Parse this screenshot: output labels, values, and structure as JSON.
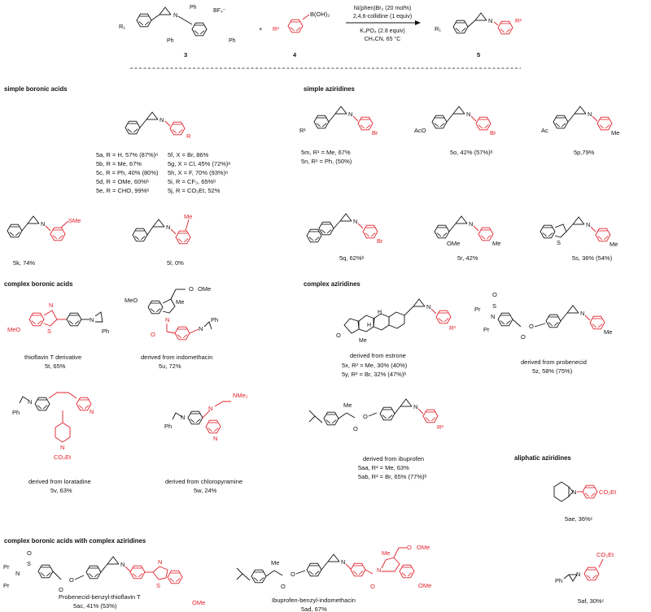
{
  "scheme": {
    "reagent_3": "3",
    "reagent_4": "4",
    "product_5": "5",
    "plus": "+",
    "counterion": "BF₄⁻",
    "boronic": "B(OH)₂",
    "r1": "R₁",
    "r2": "R²",
    "ph": "Ph",
    "conditions": [
      "Ni(phen)Br₂ (20 mol%)",
      "2,4,6-collidine (1 equiv)",
      "K₃PO₄ (2.8 equiv)",
      "CH₃CN, 65 °C"
    ]
  },
  "sections": {
    "simple_boronic": "simple boronic acids",
    "simple_aziridines": "simple aziridines",
    "complex_boronic": "complex boronic acids",
    "complex_aziridines": "complex aziridines",
    "aliphatic": "aliphatic aziridines",
    "complex_both": "complex boronic acids with complex aziridines"
  },
  "labels": {
    "a": [
      "5a, R = H, 57% (87%)ᵃ",
      "5b, R = Me, 67%",
      "5c, R = Ph, 40% (80%)",
      "5d, R = OMe, 60%ᵇ",
      "5e, R = CHO, 99%ᵇ"
    ],
    "f": [
      "5f, X = Br, 86%",
      "5g, X = Cl, 45% (72%)ᵃ",
      "5h, X = F, 70% (93%)ᵃ",
      "5i, R = CF₃, 65%ᵇ",
      "5j, R = CO₂Et, 52%"
    ],
    "k": "5k, 74%",
    "l": "5l, 0%",
    "mn": [
      "5m, R¹ = Me, 67%",
      "5n, R¹ = Ph, (50%)"
    ],
    "o": "5o, 42% (57%)ᵇ",
    "p": "5p,79%",
    "q": "5q, 62%ᵇ",
    "r": "5r, 42%",
    "s": "5s, 36% (54%)",
    "t": [
      "thioflavin T derivative",
      "5t, 65%"
    ],
    "u": [
      "derived from indomethacin",
      "5u, 72%"
    ],
    "xy": [
      "derived from estrone",
      "5x, R² = Me, 30% (40%)",
      "5y, R² = Br, 32% (47%)ᵇ"
    ],
    "z": [
      "derived from probenecid",
      "5z, 58% (75%)"
    ],
    "v": [
      "derived from loratadine",
      "5v, 63%"
    ],
    "w": [
      "derived from chloropyramine",
      "5w, 24%"
    ],
    "aa": [
      "derived from ibuprofen",
      "5aa, R² = Me, 63%",
      "5ab, R² = Br, 65% (77%)ᵇ"
    ],
    "ae": "5ae, 36%ᶜ",
    "af": "5af, 30%ᶜ",
    "ac": "Probenecid-benzyl-thioflavin T",
    "ac2": "5ac, 41% (53%)",
    "ad": "Ibuprofen-benzyl-indomethacin",
    "ad2": "5ad, 67%"
  },
  "atoms": {
    "N": "N",
    "R": "R",
    "Br": "Br",
    "Me": "Me",
    "SMe": "SMe",
    "OMe": "OMe",
    "AcO": "AcO",
    "Ac": "Ac",
    "R1": "R¹",
    "R2": "R²",
    "S": "S",
    "O": "O",
    "Pr": "Pr",
    "CO2Et": "CO₂Et",
    "NMe2": "NMe₂",
    "MeO": "MeO",
    "Ph": "Ph",
    "H": "H"
  },
  "colors": {
    "accent": "#e0202a",
    "ink": "#111111"
  }
}
